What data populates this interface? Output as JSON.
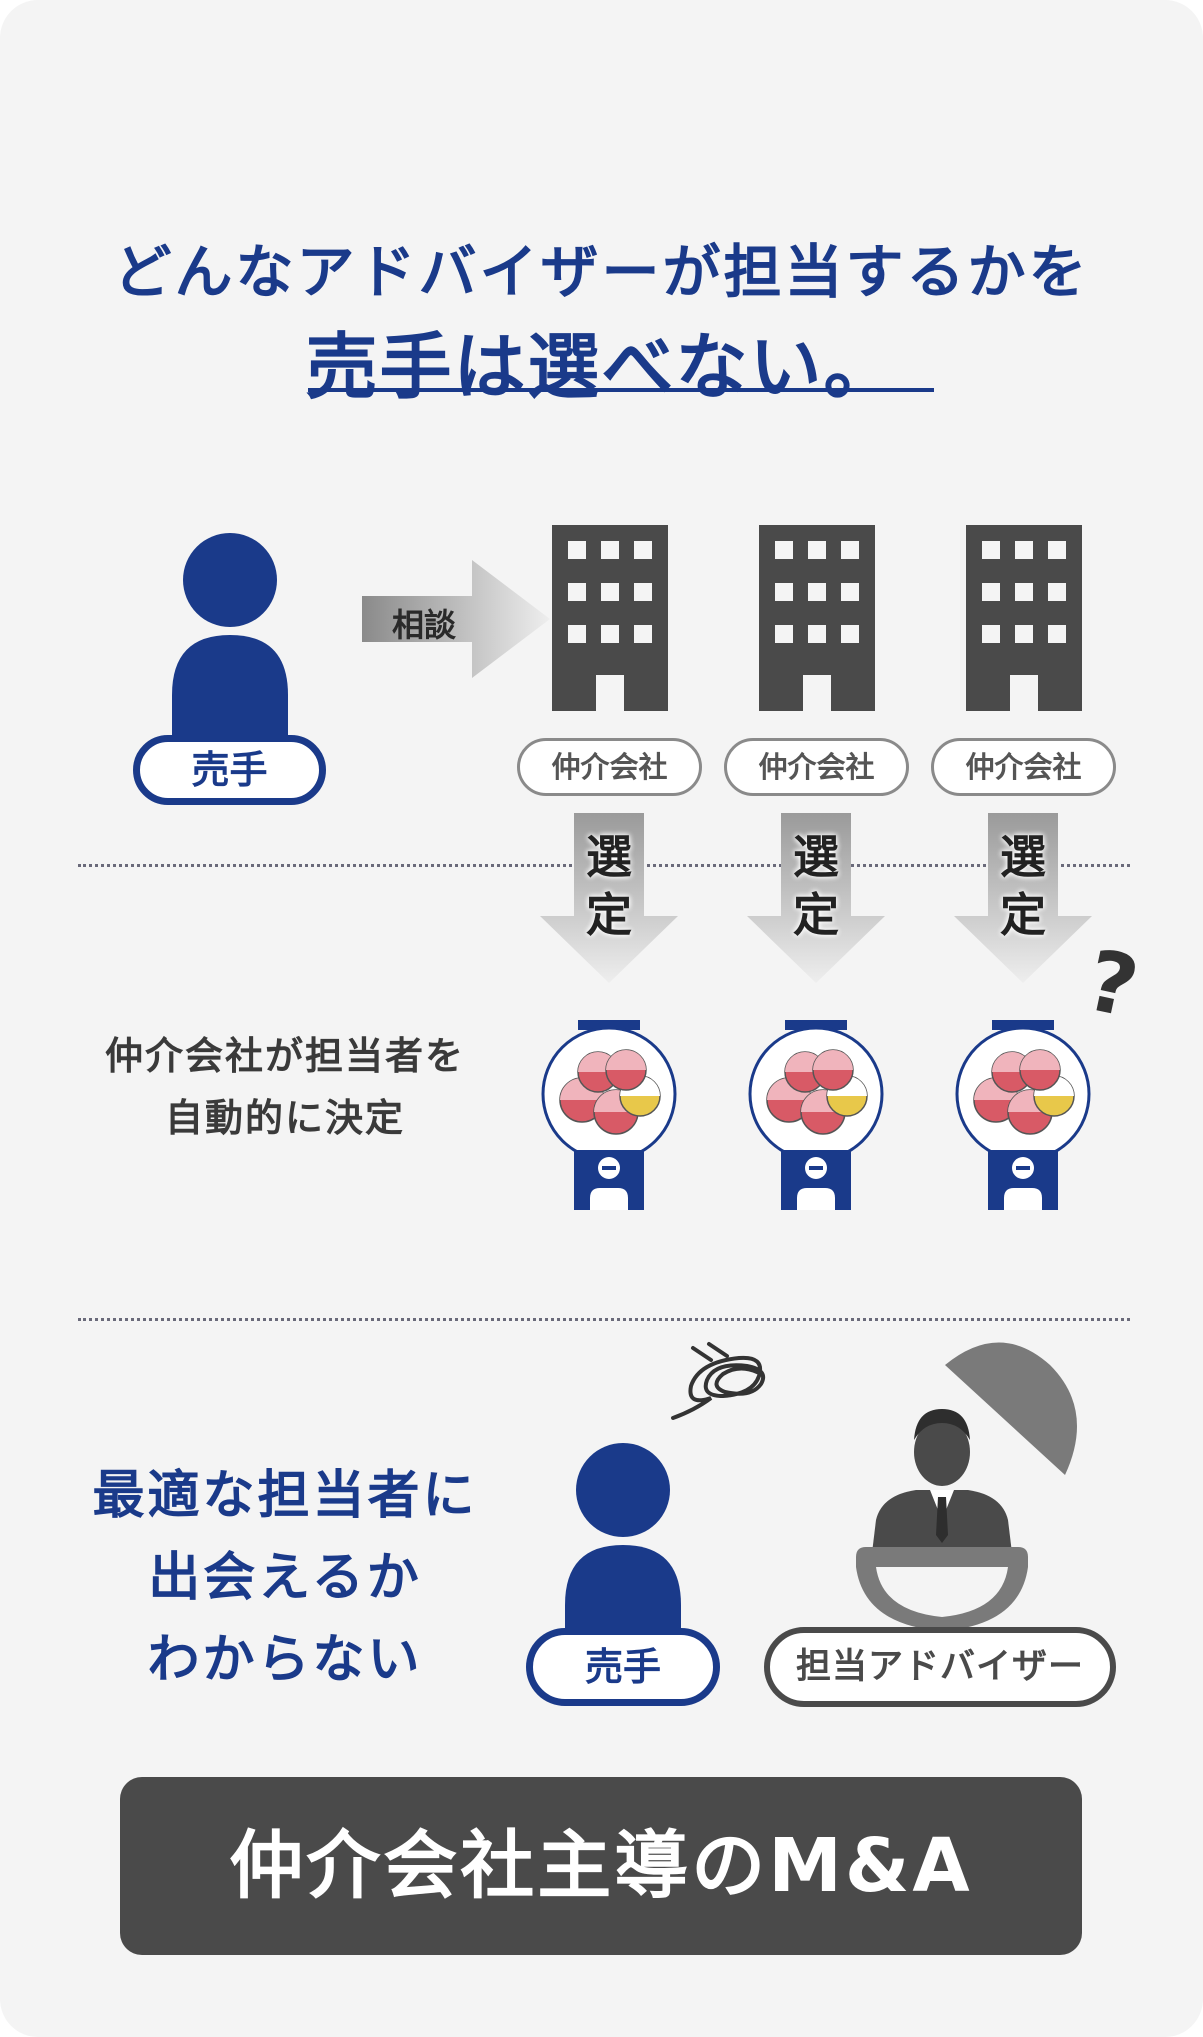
{
  "headline": {
    "line1": "どんなアドバイザーが担当するかを",
    "line2": "売手は選べない。"
  },
  "seller_label": "売手",
  "consult_label": "相談",
  "company_label": "仲介会社",
  "select_label_top": "選",
  "select_label_bottom": "定",
  "auto_assign": {
    "line1": "仲介会社が担当者を",
    "line2": "自動的に決定"
  },
  "question_mark": "?",
  "uncertain": {
    "line1": "最適な担当者に",
    "line2": "出会えるか",
    "line3": "わからない"
  },
  "advisor_label": "担当アドバイザー",
  "banner": "仲介会社主導のM&A",
  "colors": {
    "navy": "#1a3a8a",
    "dark_gray": "#4a4a4a",
    "background": "#f4f4f4"
  },
  "icons": [
    "person-icon",
    "building-icon",
    "gacha-machine-icon",
    "businessman-icon",
    "scribble-icon"
  ]
}
